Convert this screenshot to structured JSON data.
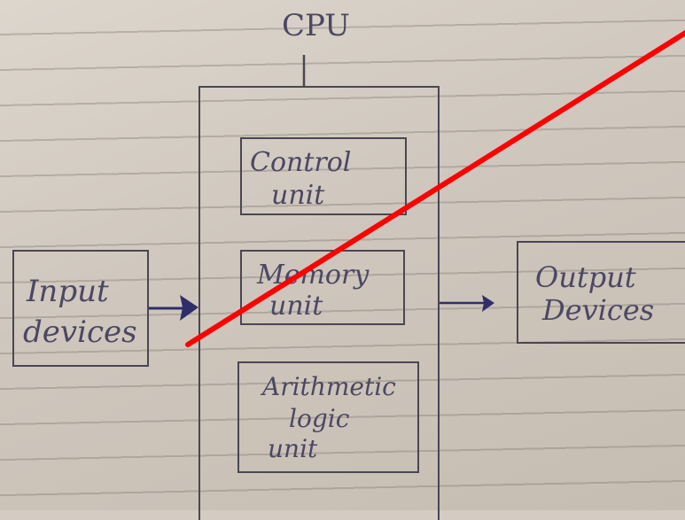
{
  "diagram": {
    "cpu_label": "CPU",
    "control_unit": [
      "Control",
      "unit"
    ],
    "memory_unit": [
      "Memory",
      "unit"
    ],
    "alu": [
      "Arithmetic",
      "logic",
      "unit"
    ],
    "input_devices": [
      "Input",
      "devices"
    ],
    "output_devices": [
      "Output",
      "Devices"
    ]
  },
  "colors": {
    "ink": "#4b4764",
    "lines": "#4a4654",
    "arrow_fill": "#2f2e6a",
    "strike": "#ff0000",
    "paper": "#d4ccc2"
  }
}
